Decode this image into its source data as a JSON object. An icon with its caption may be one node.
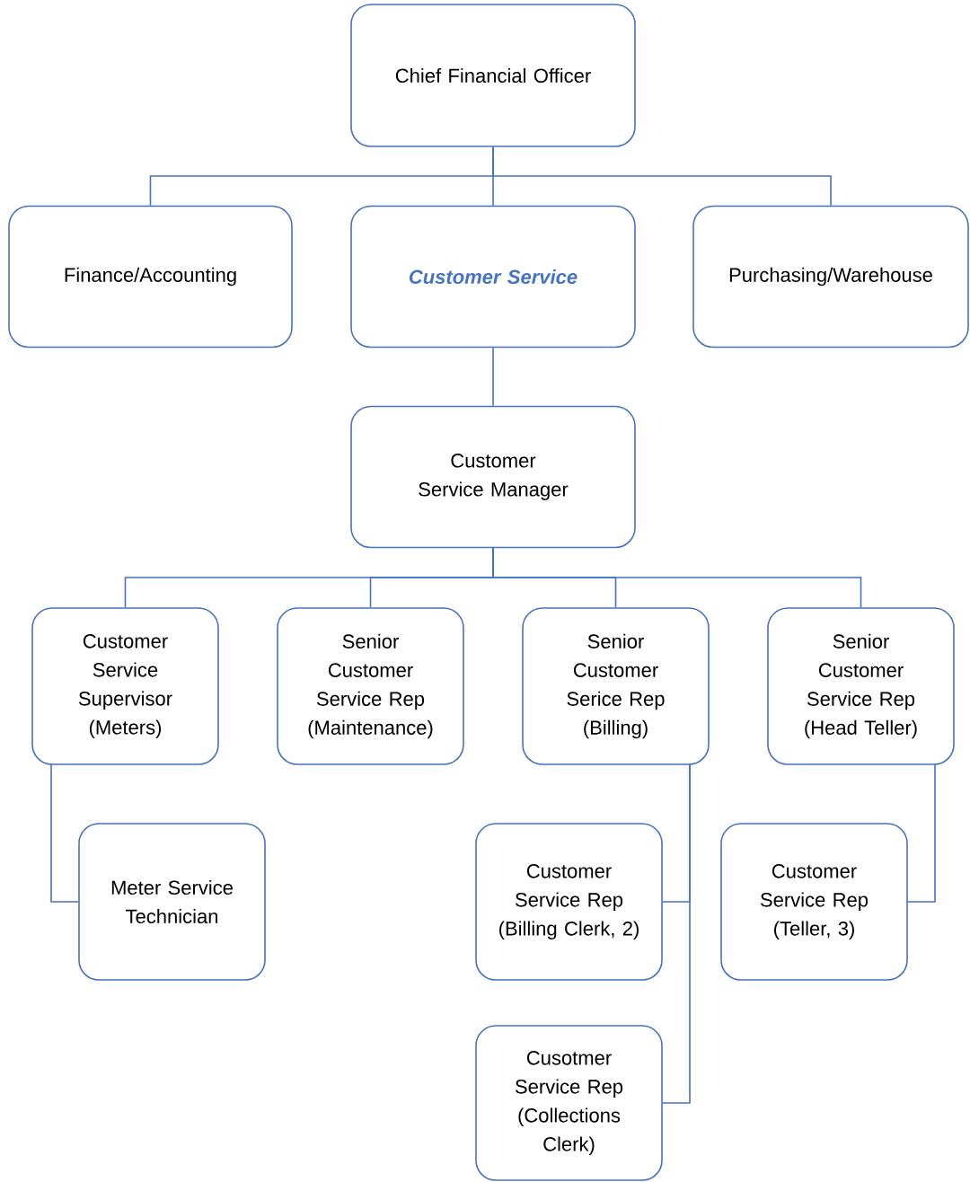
{
  "diagram": {
    "nodes": [
      {
        "text": [
          "Chief Financial Officer"
        ]
      },
      {
        "text": [
          "Finance/Accounting"
        ]
      },
      {
        "text": [
          "Customer Service"
        ]
      },
      {
        "text": [
          "Purchasing/Warehouse"
        ]
      },
      {
        "text": [
          "Customer Service Manager"
        ]
      },
      {
        "text": [
          "Customer Service Supervisor (Meters)"
        ]
      },
      {
        "text": [
          "Senior Customer Service Rep (Maintenance)"
        ]
      },
      {
        "text": [
          "Senior Customer Serice Rep (Billing)"
        ]
      },
      {
        "text": [
          "Senior Customer Service Rep (Head Teller)"
        ]
      },
      {
        "text": [
          "Meter Service Technician"
        ]
      },
      {
        "text": [
          "Customer Service Rep (Billing Clerk, 2)"
        ]
      },
      {
        "text": [
          "Customer Service Rep (Teller, 3)"
        ]
      },
      {
        "text": [
          "Cusotmer Service Rep (Collections Clerk)"
        ]
      }
    ],
    "edges": [
      {
        "from": 0,
        "to": 1,
        "arrow": "none"
      },
      {
        "from": 0,
        "to": 2,
        "arrow": "none"
      },
      {
        "from": 0,
        "to": 3,
        "arrow": "none"
      },
      {
        "from": 2,
        "to": 4,
        "arrow": "none"
      },
      {
        "from": 4,
        "to": 5,
        "arrow": "none"
      },
      {
        "from": 4,
        "to": 6,
        "arrow": "none"
      },
      {
        "from": 4,
        "to": 7,
        "arrow": "none"
      },
      {
        "from": 4,
        "to": 8,
        "arrow": "none"
      },
      {
        "from": 5,
        "to": 9,
        "arrow": "none"
      },
      {
        "from": 7,
        "to": 10,
        "arrow": "none"
      },
      {
        "from": 7,
        "to": 12,
        "arrow": "none"
      },
      {
        "from": 8,
        "to": 11,
        "arrow": "none"
      }
    ]
  }
}
